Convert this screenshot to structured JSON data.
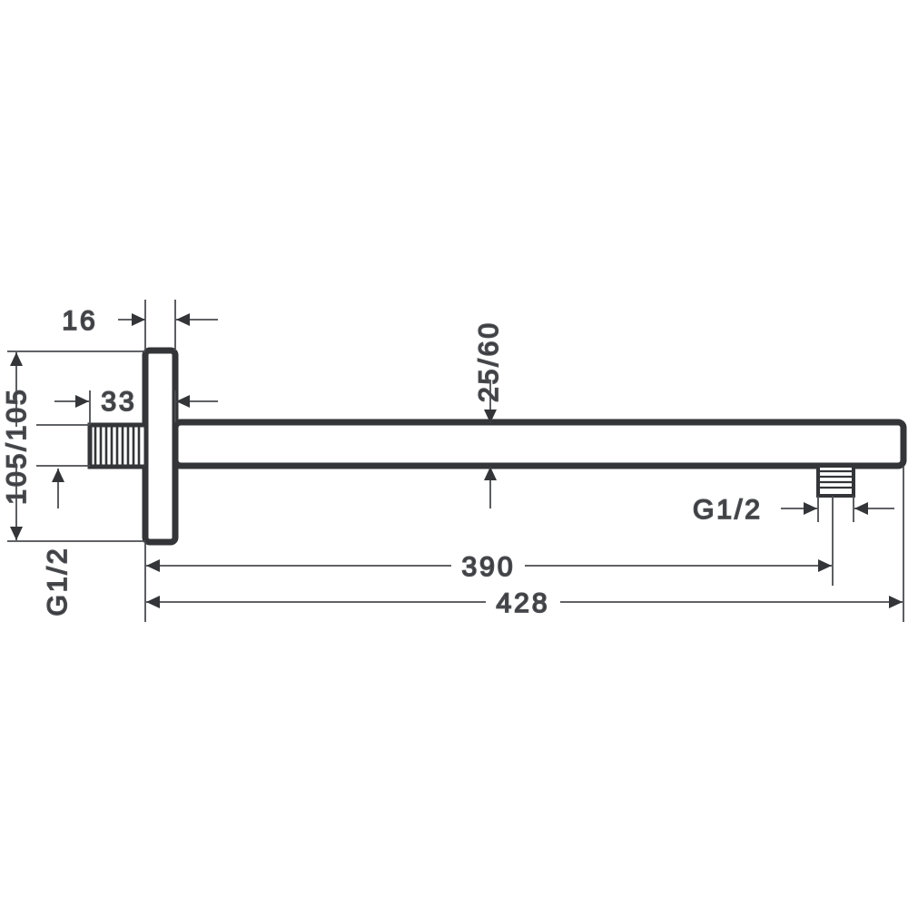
{
  "drawing": {
    "type": "technical-dimension-drawing",
    "subject": "shower arm with wall flange",
    "units": "mm",
    "line_color": "#333538",
    "thin_line_color": "#4a4c50",
    "background": "#ffffff"
  },
  "dimensions": {
    "plate_thickness": "16",
    "nipple_projection": "33",
    "arm_profile": "25/60",
    "wall_thread": "G1/2",
    "outlet_thread": "G1/2",
    "plate_size": "105/105",
    "arm_to_outlet": "390",
    "total_length": "428"
  },
  "labels": [
    {
      "id": "label-16",
      "text": "16",
      "meaning": "flange plate thickness"
    },
    {
      "id": "label-33",
      "text": "33",
      "meaning": "threaded nipple length"
    },
    {
      "id": "label-2560",
      "text": "25/60",
      "meaning": "arm cross section"
    },
    {
      "id": "label-105105",
      "text": "105/105",
      "meaning": "wall flange plate dimensions"
    },
    {
      "id": "label-g12-left",
      "text": "G1/2",
      "meaning": "wall inlet connection thread"
    },
    {
      "id": "label-g12-right",
      "text": "G1/2",
      "meaning": "shower outlet connection thread"
    },
    {
      "id": "label-390",
      "text": "390",
      "meaning": "wall face to outlet centre"
    },
    {
      "id": "label-428",
      "text": "428",
      "meaning": "overall projection"
    }
  ]
}
